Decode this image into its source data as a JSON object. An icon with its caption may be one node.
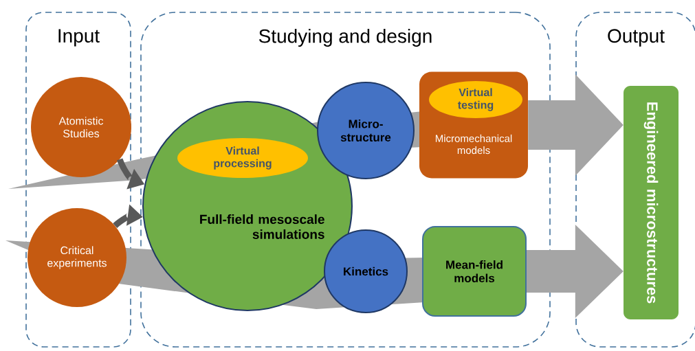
{
  "diagram": {
    "nodes": [
      {
        "text": [
          "Input"
        ]
      },
      {
        "text": [
          "Studying and design"
        ]
      },
      {
        "text": [
          "Output"
        ]
      },
      {
        "text": [
          "Atomistic Studies"
        ],
        "in": 0
      },
      {
        "text": [
          "Critical experiments"
        ],
        "in": 0
      },
      {
        "text": [
          "Full-field mesoscale simulations"
        ],
        "in": 1
      },
      {
        "text": [
          "Virtual processing"
        ],
        "in": 5
      },
      {
        "text": [
          "Micro-structure"
        ],
        "in": 1
      },
      {
        "text": [
          "Micromechanical models"
        ],
        "in": 1
      },
      {
        "text": [
          "Virtual testing"
        ],
        "in": 8
      },
      {
        "text": [
          "Kinetics"
        ],
        "in": 1
      },
      {
        "text": [
          "Mean-field models"
        ],
        "in": 1
      },
      {
        "text": [
          "Engineered microstructures"
        ],
        "in": 2
      }
    ],
    "edges": [
      {
        "from": 3,
        "to": 5,
        "arrow": "to",
        "color": "#595959"
      },
      {
        "from": 4,
        "to": 5,
        "arrow": "to",
        "color": "#595959"
      },
      {
        "from": 8,
        "to": 12,
        "arrow": "to",
        "style": "thick",
        "color": "#a5a5a5"
      },
      {
        "from": 11,
        "to": 12,
        "arrow": "to",
        "style": "thick",
        "color": "#a5a5a5"
      }
    ]
  }
}
